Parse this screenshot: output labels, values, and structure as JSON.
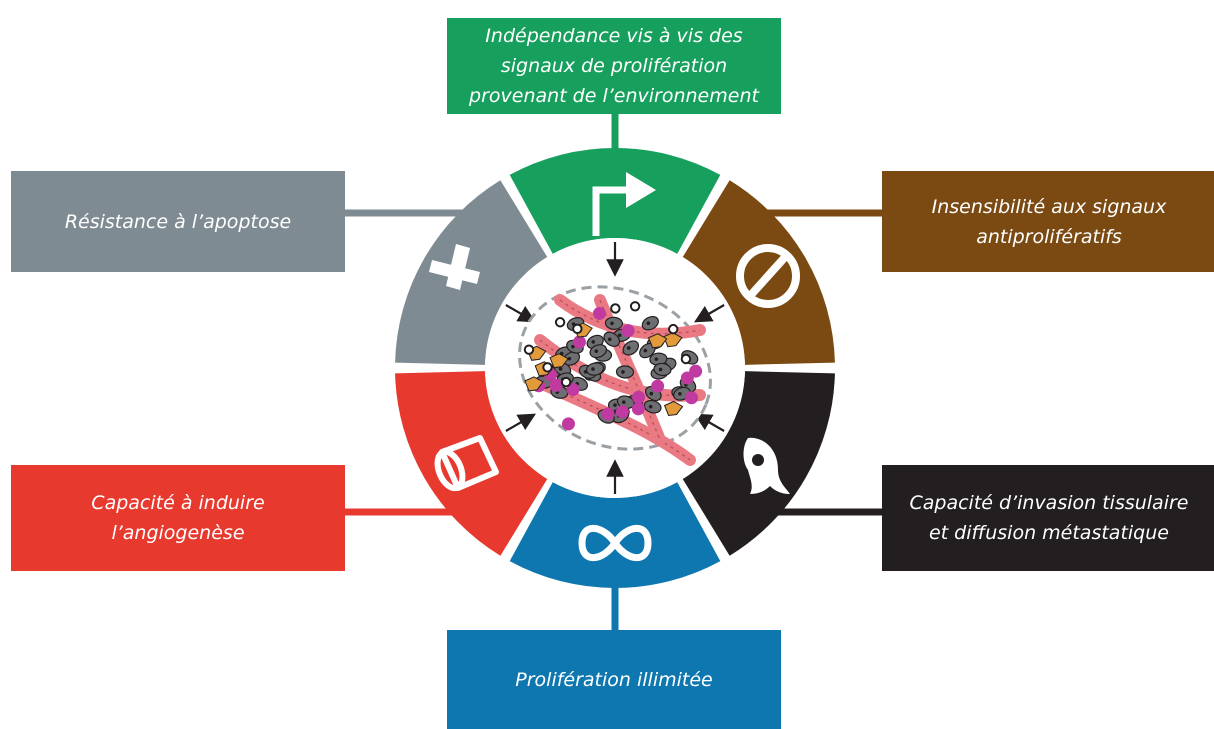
{
  "colors": {
    "green": "#17a05d",
    "brown": "#7a4a12",
    "black": "#231f20",
    "blue": "#0e77b0",
    "red": "#e8392e",
    "gray": "#7f8b92",
    "cell_gray": "#6d6e71",
    "vessel_pink": "#e97a84",
    "cell_magenta": "#c13aa1",
    "fibroblast_orange": "#e39a3b"
  },
  "hallmarks": {
    "top": {
      "lines": [
        "Indépendance vis à vis des",
        "signaux de prolifération",
        "provenant de l’environnement"
      ],
      "icon": "growth-arrow-icon"
    },
    "right_top": {
      "lines": [
        "Insensibilité aux signaux",
        "antiprolifératifs"
      ],
      "icon": "no-entry-icon"
    },
    "right_bottom": {
      "lines": [
        "Capacité d’invasion tissulaire",
        "et diffusion métastatique"
      ],
      "icon": "invasive-cell-icon"
    },
    "bottom": {
      "lines": [
        "Prolifération illimitée"
      ],
      "icon": "infinity-icon"
    },
    "left_bottom": {
      "lines": [
        "Capacité à induire",
        "l’angiogenèse"
      ],
      "icon": "blood-vessel-icon"
    },
    "left_top": {
      "lines": [
        "Résistance à l’apoptose"
      ],
      "icon": "cross-icon"
    }
  },
  "center": {
    "icon": "tumor-microenvironment-illustration"
  }
}
